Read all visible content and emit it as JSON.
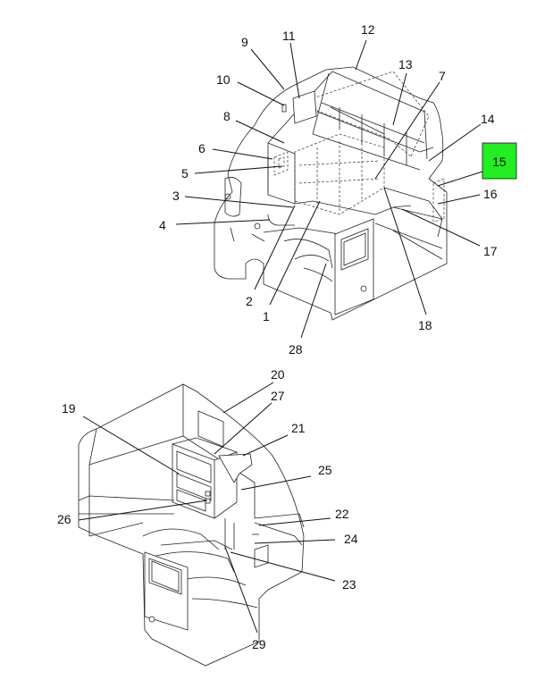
{
  "highlight_color": "#22ee22",
  "line_color": "#111111",
  "top_view": {
    "callouts": [
      {
        "id": "c1",
        "label": "1"
      },
      {
        "id": "c2",
        "label": "2"
      },
      {
        "id": "c3",
        "label": "3"
      },
      {
        "id": "c4",
        "label": "4"
      },
      {
        "id": "c5",
        "label": "5"
      },
      {
        "id": "c6",
        "label": "6"
      },
      {
        "id": "c7",
        "label": "7"
      },
      {
        "id": "c8",
        "label": "8"
      },
      {
        "id": "c9",
        "label": "9"
      },
      {
        "id": "c10",
        "label": "10"
      },
      {
        "id": "c11",
        "label": "11"
      },
      {
        "id": "c12",
        "label": "12"
      },
      {
        "id": "c13",
        "label": "13"
      },
      {
        "id": "c14",
        "label": "14"
      },
      {
        "id": "c15",
        "label": "15",
        "highlighted": true
      },
      {
        "id": "c16",
        "label": "16"
      },
      {
        "id": "c17",
        "label": "17"
      },
      {
        "id": "c18",
        "label": "18"
      },
      {
        "id": "c28",
        "label": "28"
      }
    ]
  },
  "bottom_view": {
    "callouts": [
      {
        "id": "c19",
        "label": "19"
      },
      {
        "id": "c20",
        "label": "20"
      },
      {
        "id": "c21",
        "label": "21"
      },
      {
        "id": "c22",
        "label": "22"
      },
      {
        "id": "c23",
        "label": "23"
      },
      {
        "id": "c24",
        "label": "24"
      },
      {
        "id": "c25",
        "label": "25"
      },
      {
        "id": "c26",
        "label": "26"
      },
      {
        "id": "c27",
        "label": "27"
      },
      {
        "id": "c29",
        "label": "29"
      }
    ]
  }
}
